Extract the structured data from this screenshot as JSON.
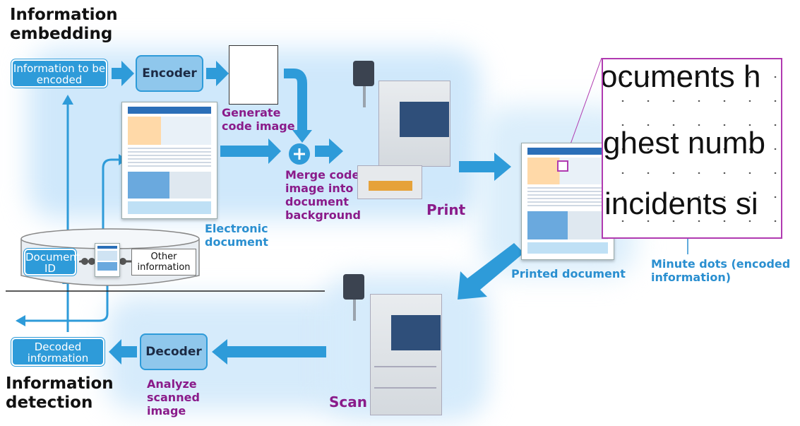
{
  "titles": {
    "embedding": "Information embedding",
    "detection": "Information detection"
  },
  "boxes": {
    "info_to_encode": "Information to be encoded",
    "encoder": "Encoder",
    "decoder": "Decoder",
    "decoded_info": "Decoded information",
    "document_id": "Document ID",
    "other_info": "Other information"
  },
  "labels": {
    "generate_code": "Generate code image",
    "merge": "Merge code image into document background",
    "electronic_doc": "Electronic document",
    "print": "Print",
    "printed_doc": "Printed document",
    "minute_dots": "Minute dots (encoded information)",
    "scan": "Scan",
    "analyze": "Analyze scanned image"
  },
  "zoom_text": [
    "ocuments h",
    "ghest numb",
    "incidents si"
  ],
  "colors": {
    "arrow_blue": "#2e9bd9",
    "label_purple": "#8a1b8a",
    "label_cyan": "#2a8fd0",
    "zoom_border": "#b03ab0"
  }
}
